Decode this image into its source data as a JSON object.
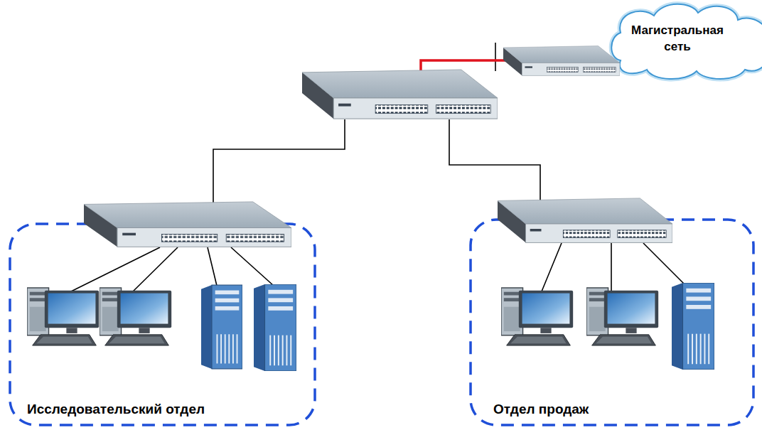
{
  "diagram": {
    "nodes": [
      {
        "text": [
          "Магистральная сеть"
        ]
      },
      {
        "text": [
          "Исследовательский отдел"
        ]
      },
      {
        "text": [
          "Отдел продаж"
        ]
      }
    ]
  }
}
